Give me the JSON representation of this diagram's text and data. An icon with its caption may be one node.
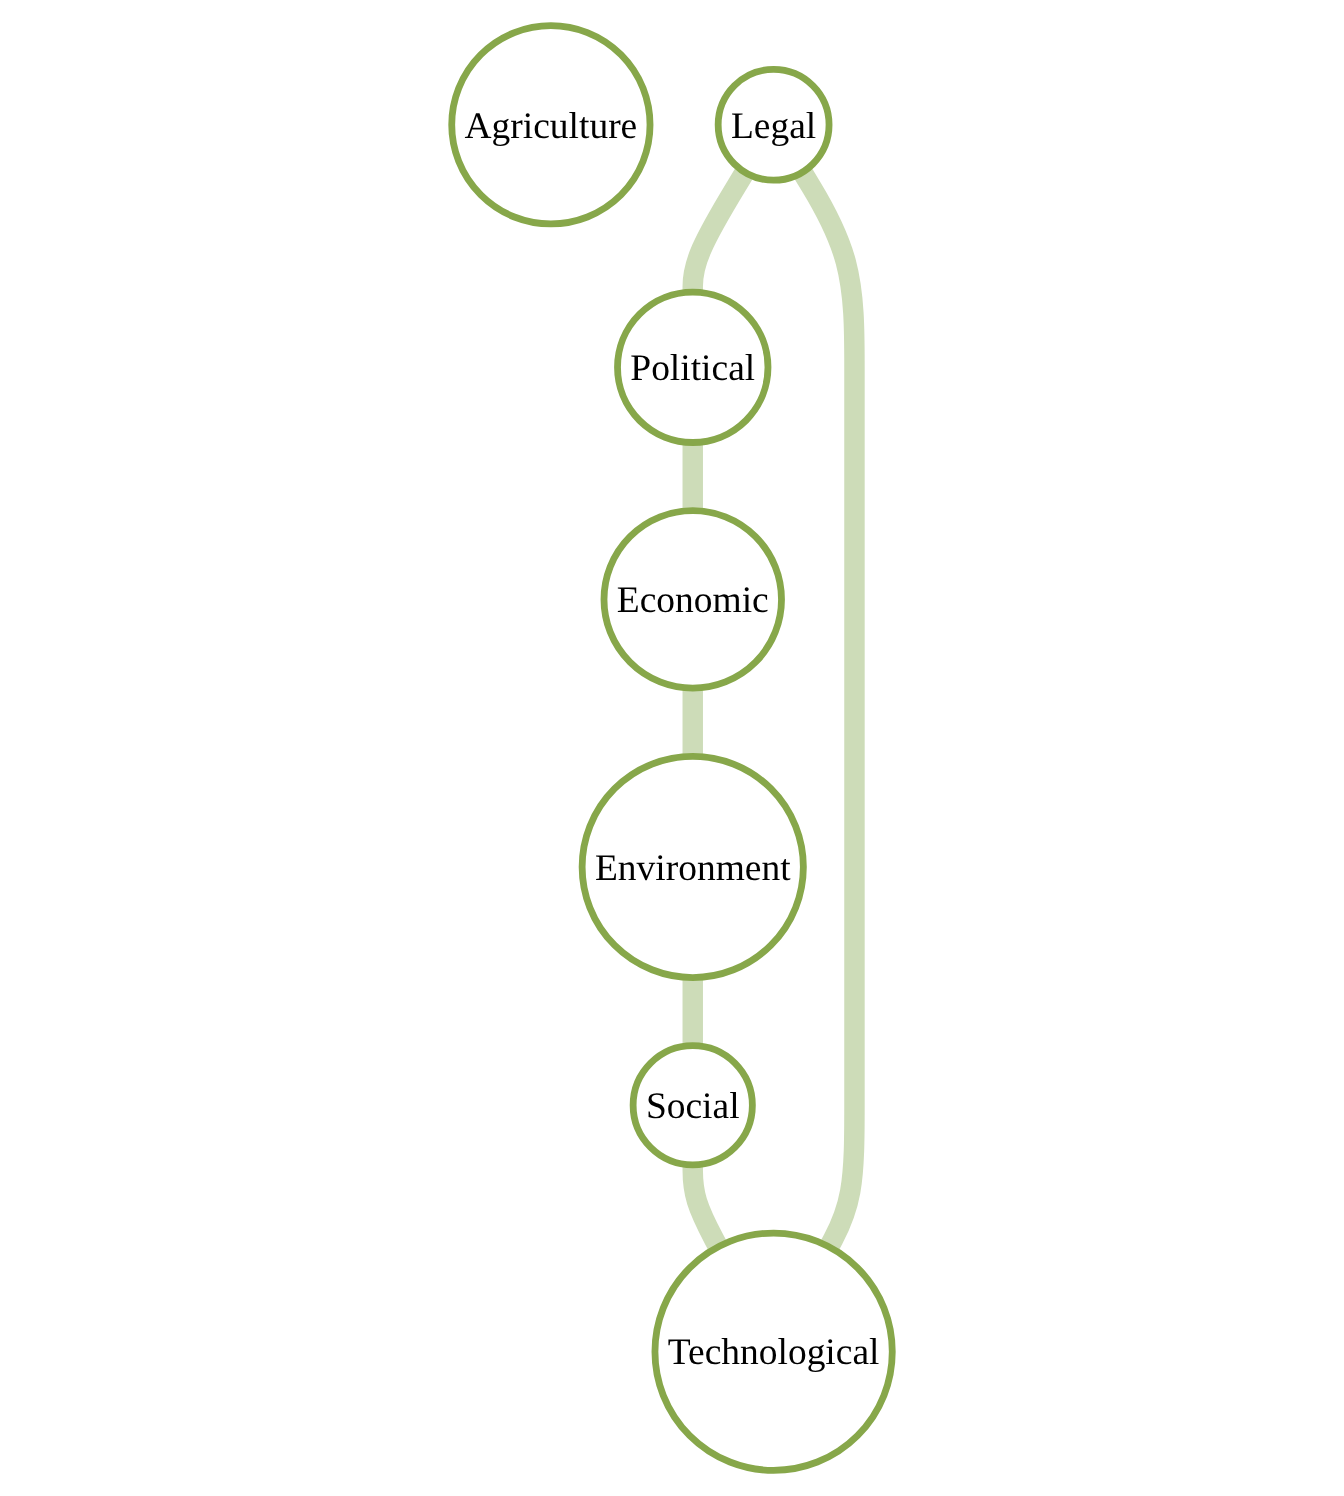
{
  "diagram": {
    "nodes": [
      {
        "text": [
          "Agriculture"
        ]
      },
      {
        "text": [
          "Legal"
        ]
      },
      {
        "text": [
          "Political"
        ]
      },
      {
        "text": [
          "Economic"
        ]
      },
      {
        "text": [
          "Environment"
        ]
      },
      {
        "text": [
          "Social"
        ]
      },
      {
        "text": [
          "Technological"
        ]
      }
    ],
    "edges": [
      {
        "from": 1,
        "to": 2,
        "arrow": "none"
      },
      {
        "from": 2,
        "to": 3,
        "arrow": "none"
      },
      {
        "from": 3,
        "to": 4,
        "arrow": "none"
      },
      {
        "from": 4,
        "to": 5,
        "arrow": "none"
      },
      {
        "from": 5,
        "to": 6,
        "arrow": "none"
      },
      {
        "from": 6,
        "to": 1,
        "arrow": "none"
      }
    ]
  }
}
